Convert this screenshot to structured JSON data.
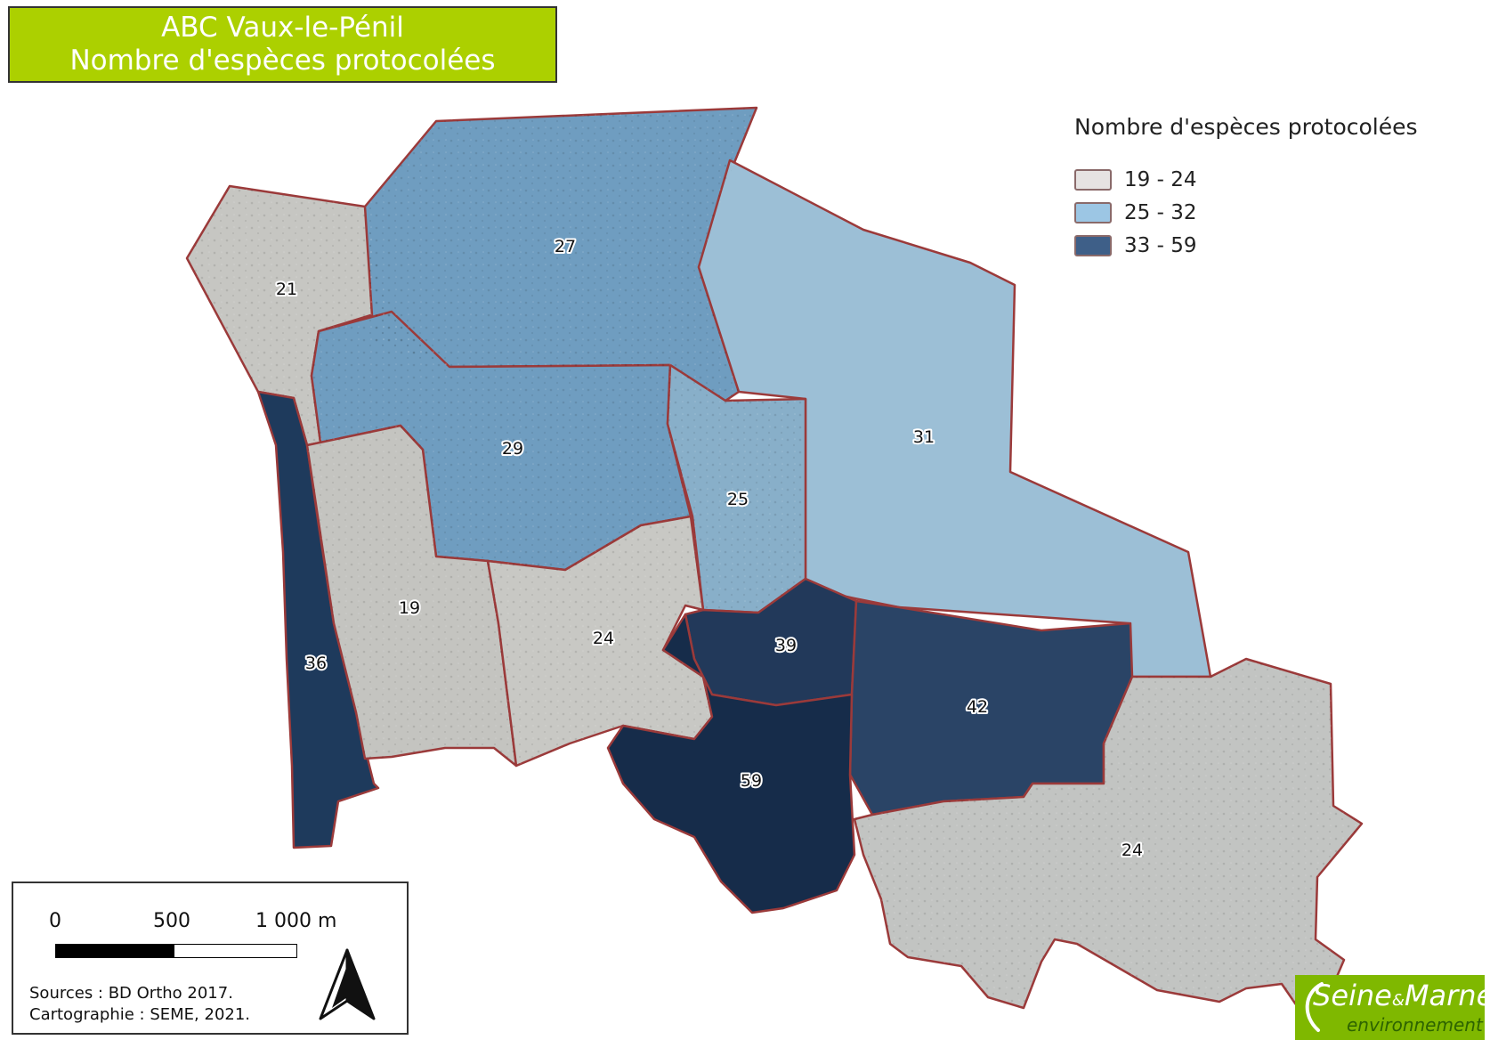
{
  "title": {
    "line1": "ABC Vaux-le-Pénil",
    "line2": "Nombre d'espèces protocolées"
  },
  "legend": {
    "title": "Nombre d'espèces protocolées",
    "classes": [
      {
        "label": "19 - 24",
        "color": "#e6e3e2"
      },
      {
        "label": "25 - 32",
        "color": "#9cc6e4"
      },
      {
        "label": "33 - 59",
        "color": "#3e5f88"
      }
    ]
  },
  "zones": [
    {
      "label": "21",
      "value": 21
    },
    {
      "label": "27",
      "value": 27
    },
    {
      "label": "29",
      "value": 29
    },
    {
      "label": "31",
      "value": 31
    },
    {
      "label": "25",
      "value": 25
    },
    {
      "label": "19",
      "value": 19
    },
    {
      "label": "24",
      "value": 24
    },
    {
      "label": "36",
      "value": 36
    },
    {
      "label": "39",
      "value": 39
    },
    {
      "label": "42",
      "value": 42
    },
    {
      "label": "59",
      "value": 59
    },
    {
      "label": "24",
      "value": 24
    }
  ],
  "colors": {
    "boundary": "#9b3a3a",
    "title_background": "#acd000",
    "zone_light": "#c4c6c4",
    "zone_medium": "#7fa6c1",
    "zone_dark": "#1e3a5c"
  },
  "scale_bar": {
    "ticks": [
      "0",
      "500",
      "1 000 m"
    ]
  },
  "credits": {
    "sources": "Sources : BD Ortho 2017.",
    "cartography": "Cartographie : SEME, 2021."
  },
  "north_arrow": {
    "icon": "north-arrow-icon"
  },
  "logo": {
    "main_a": "Seine",
    "amp": "&",
    "main_b": "Marne",
    "sub": "environnement"
  }
}
